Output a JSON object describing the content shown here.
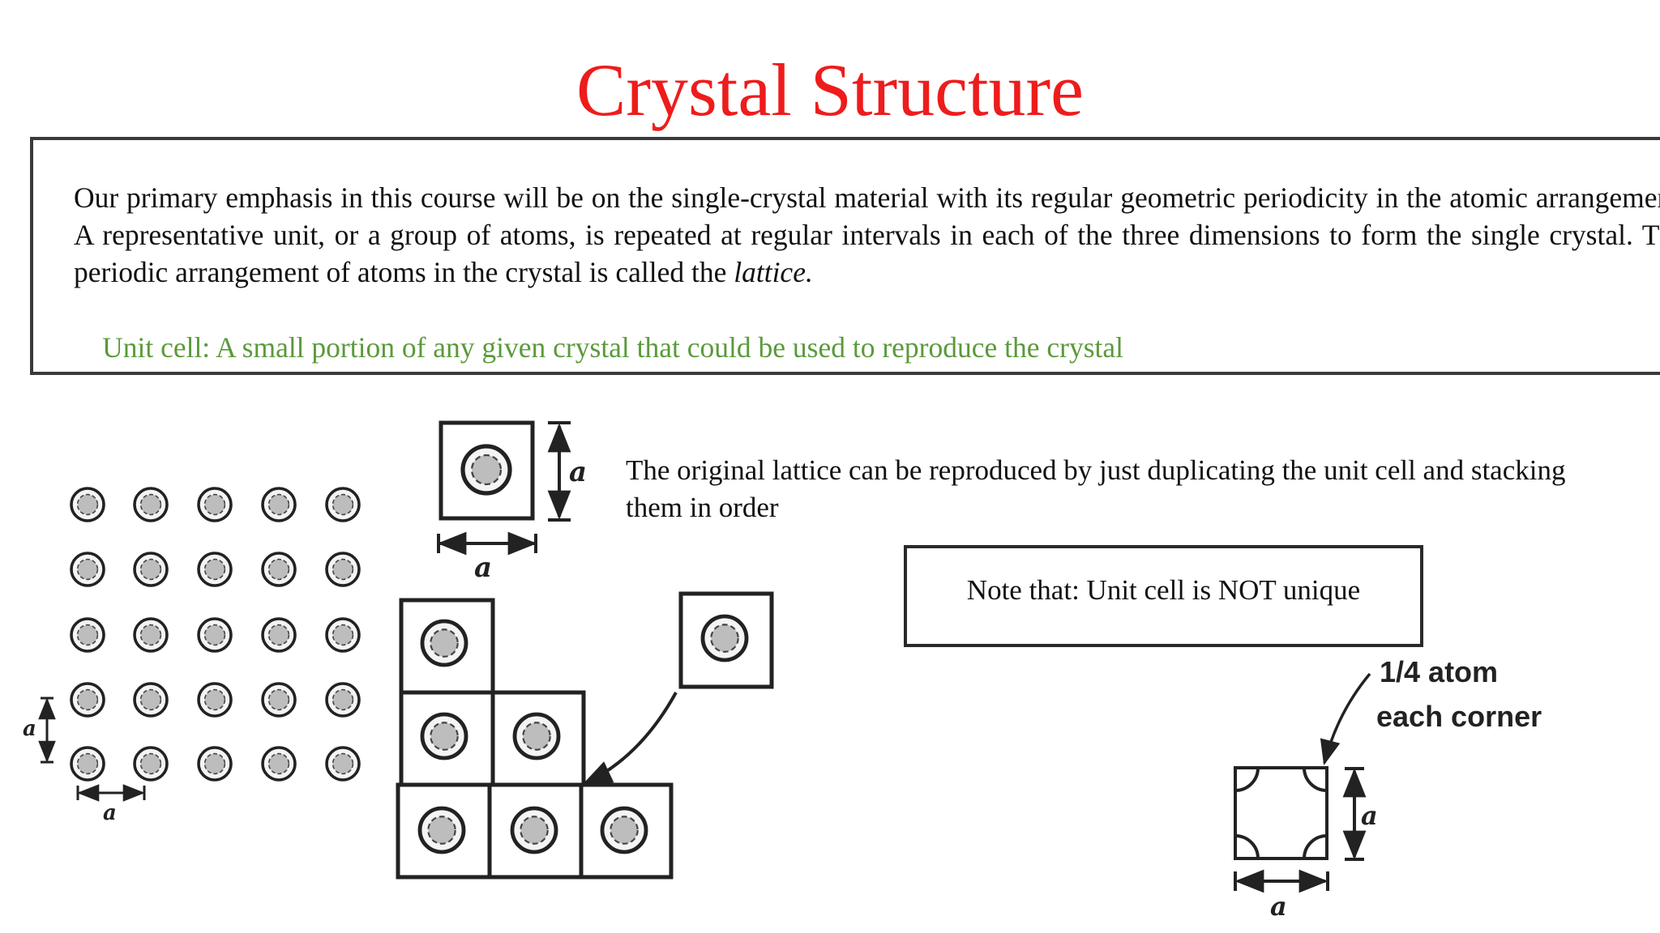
{
  "title": "Crystal Structure",
  "intro": {
    "paragraph_main": "Our primary emphasis in this course will be on the single-crystal material with its regular geometric periodicity in the atomic arrangement. A representative unit, or a group of atoms, is repeated at regular intervals in each of the three dimensions to form the single crystal. The periodic arrangement of atoms in the crystal is called the ",
    "paragraph_italic": "lattice.",
    "unit_cell_definition": "Unit cell: A small portion of any given crystal that could be used to reproduce the crystal",
    "unit_cell_color": "#5a9a3a"
  },
  "title_color": "#ee1c1c",
  "reproduce_text": "The original lattice can be reproduced by just duplicating the unit cell and stacking them in order",
  "note_text": "Note that: Unit cell is NOT unique",
  "figure_labels": {
    "lattice_constant": "a",
    "corner_line1": "1/4 atom",
    "corner_line2": "each corner"
  }
}
